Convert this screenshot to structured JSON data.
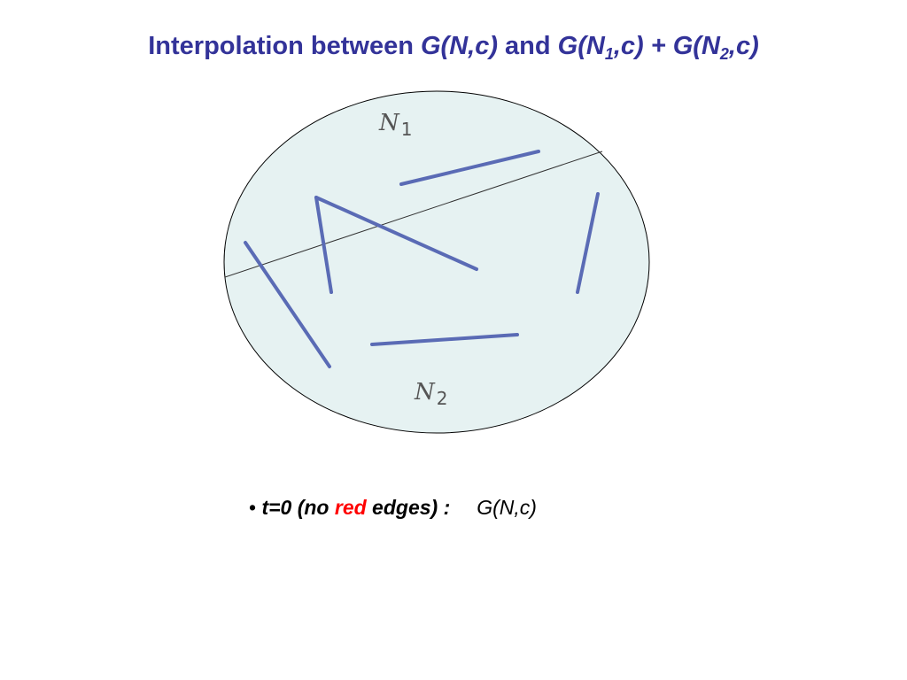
{
  "title": {
    "prefix": "Interpolation between ",
    "g1": "G(N,c)",
    "middle": " and ",
    "g2_a": "G(N",
    "g2_sub1": "1",
    "g2_b": ",c) + G(N",
    "g2_sub2": "2",
    "g2_c": ",c)"
  },
  "diagram": {
    "fill_color": "#e6f2f2",
    "edge_color": "#5a6bb5",
    "region_labels": {
      "n1_base": "N",
      "n1_sub": "1",
      "n2_base": "N",
      "n2_sub": "2"
    }
  },
  "bullet": {
    "marker": "•",
    "t_label": "t=0 (no ",
    "red_word": "red",
    "after_red": " edges) :",
    "formula": "G(N,c)"
  }
}
